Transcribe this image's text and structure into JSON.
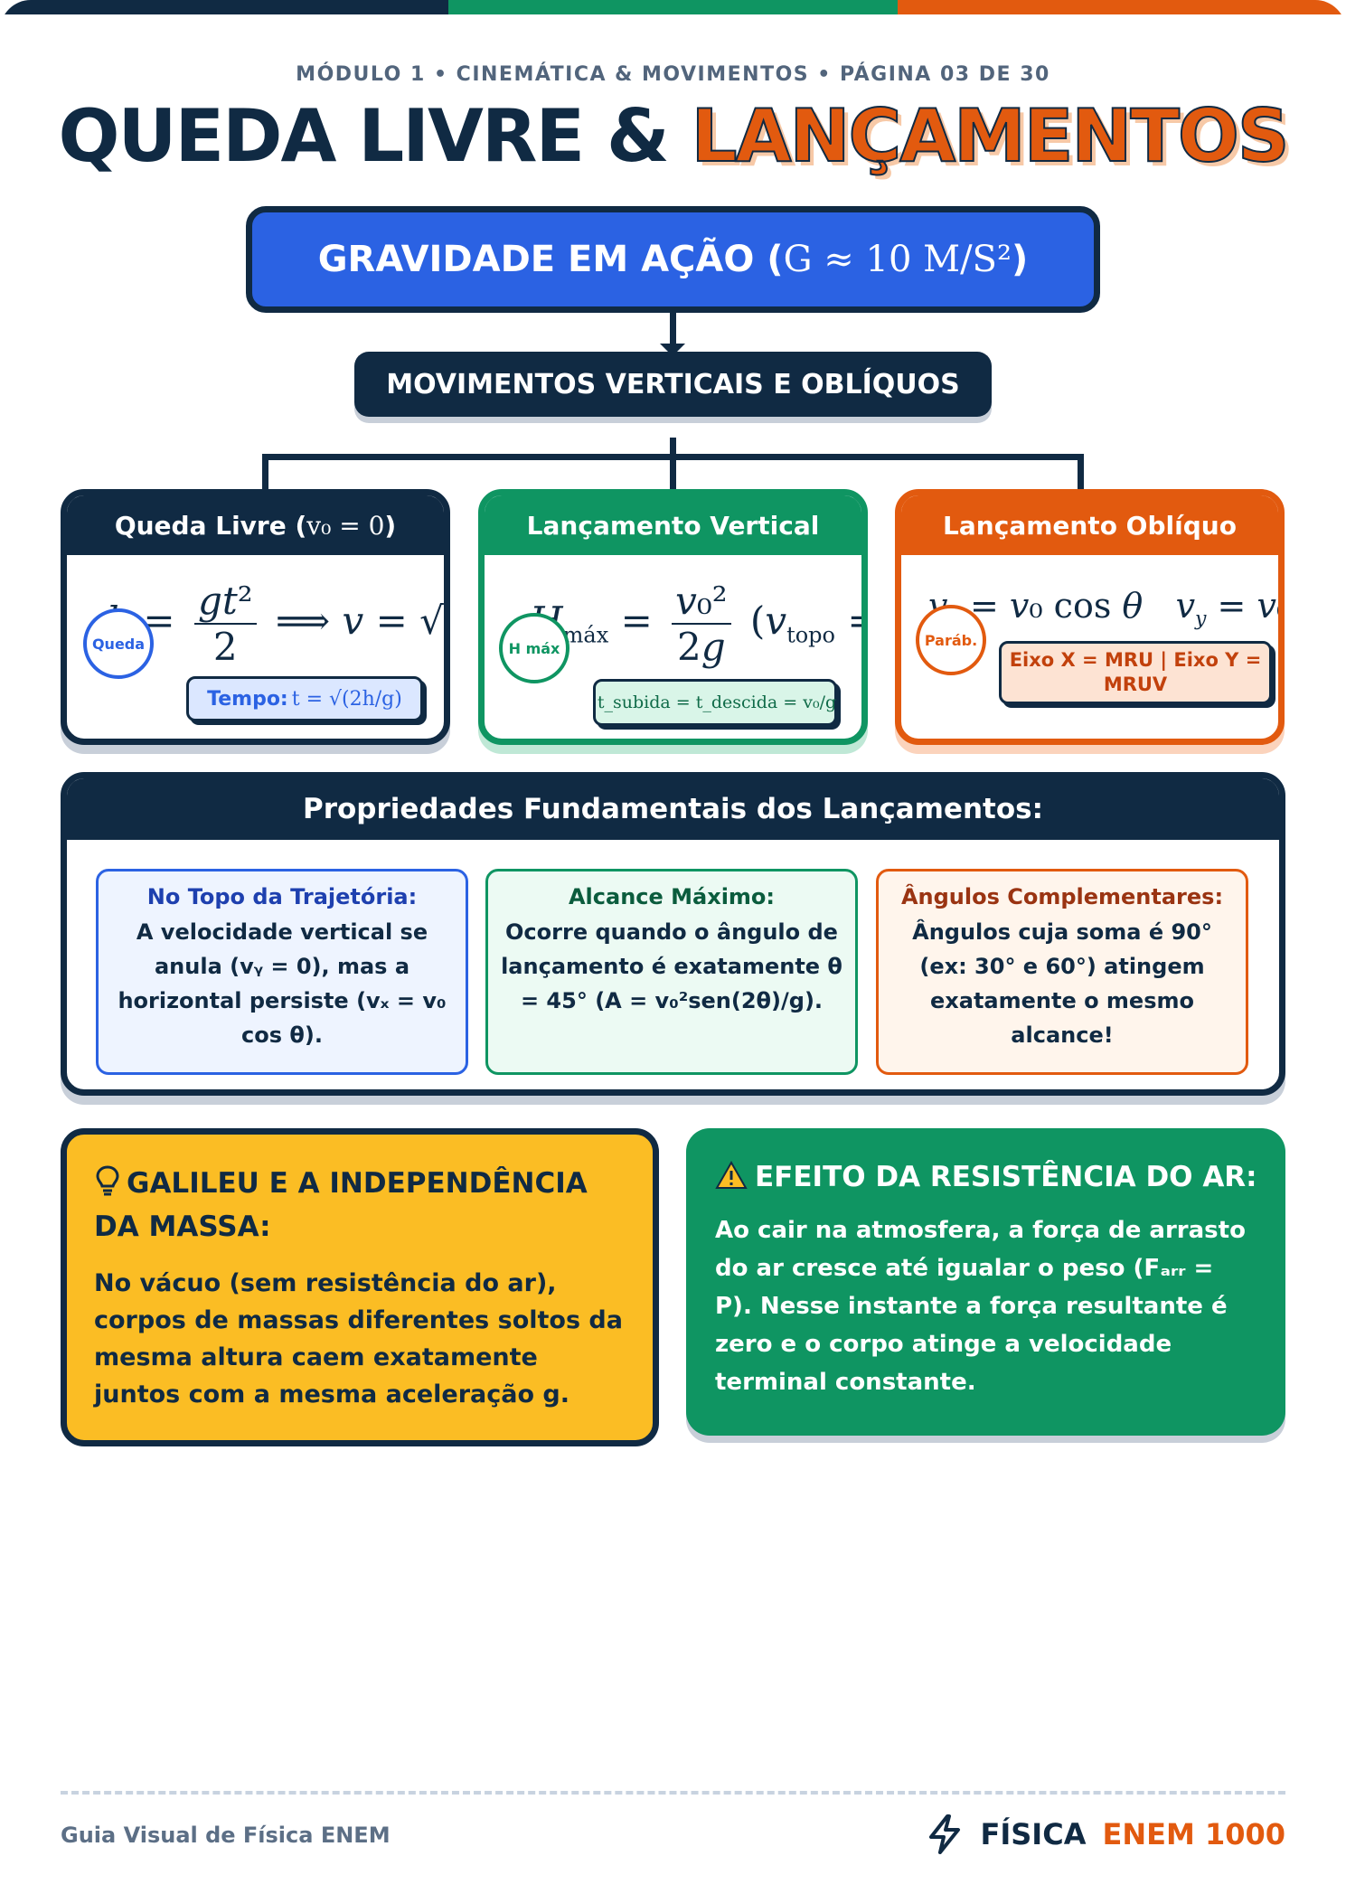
{
  "colors": {
    "navy": "#102a43",
    "blue": "#2b62e3",
    "green": "#0f9562",
    "orange": "#e25a0f",
    "yellow": "#fbbd24"
  },
  "header": {
    "kicker": "MÓDULO 1 • CINEMÁTICA & MOVIMENTOS • PÁGINA 03 DE 30",
    "title_main": "QUEDA LIVRE & ",
    "title_highlight": "LANÇAMENTOS"
  },
  "gravity": {
    "label": "GRAVIDADE EM AÇÃO (",
    "formula": "G ≈ 10 M/S²",
    "close": ")"
  },
  "movements": {
    "label": "MOVIMENTOS VERTICAIS E OBLÍQUOS"
  },
  "cards": [
    {
      "title": "Queda Livre (",
      "title_math": "v₀ = 0",
      "title_close": ")",
      "badge": "Queda",
      "chip_label": "Tempo:",
      "chip_math": "t = √(2h/g)"
    },
    {
      "title": "Lançamento Vertical",
      "badge": "H máx",
      "chip_math": "t_subida = t_descida = v₀/g"
    },
    {
      "title": "Lançamento Oblíquo",
      "badge": "Paráb.",
      "chip_label": "Eixo X = MRU | Eixo Y = MRUV"
    }
  ],
  "properties": {
    "title": "Propriedades Fundamentais dos Lançamentos:",
    "items": [
      {
        "heading": "No Topo da Trajetória:",
        "text": "A velocidade vertical se anula (vᵧ = 0), mas a horizontal persiste (vₓ = v₀ cos θ)."
      },
      {
        "heading": "Alcance Máximo:",
        "text": "Ocorre quando o ângulo de lançamento é exatamente θ = 45° (A = v₀²sen(2θ)/g)."
      },
      {
        "heading": "Ângulos Complementares:",
        "text": "Ângulos cuja soma é 90° (ex: 30° e 60°) atingem exatamente o mesmo alcance!"
      }
    ]
  },
  "galileo": {
    "icon": "lightbulb-icon",
    "title": "GALILEU E A INDEPENDÊNCIA DA MASSA:",
    "text": "No vácuo (sem resistência do ar), corpos de massas diferentes soltos da mesma altura caem exatamente juntos com a mesma aceleração g."
  },
  "resistance": {
    "icon": "warning-icon",
    "title": "EFEITO DA RESISTÊNCIA DO AR:",
    "text": "Ao cair na atmosfera, a força de arrasto do ar cresce até igualar o peso (Fₐᵣᵣ = P). Nesse instante a força resultante é zero e o corpo atinge a velocidade terminal constante."
  },
  "footer": {
    "left": "Guia Visual de Física ENEM",
    "brand": "FÍSICA",
    "brand_accent": "ENEM 1000",
    "icon": "lightning-icon"
  }
}
